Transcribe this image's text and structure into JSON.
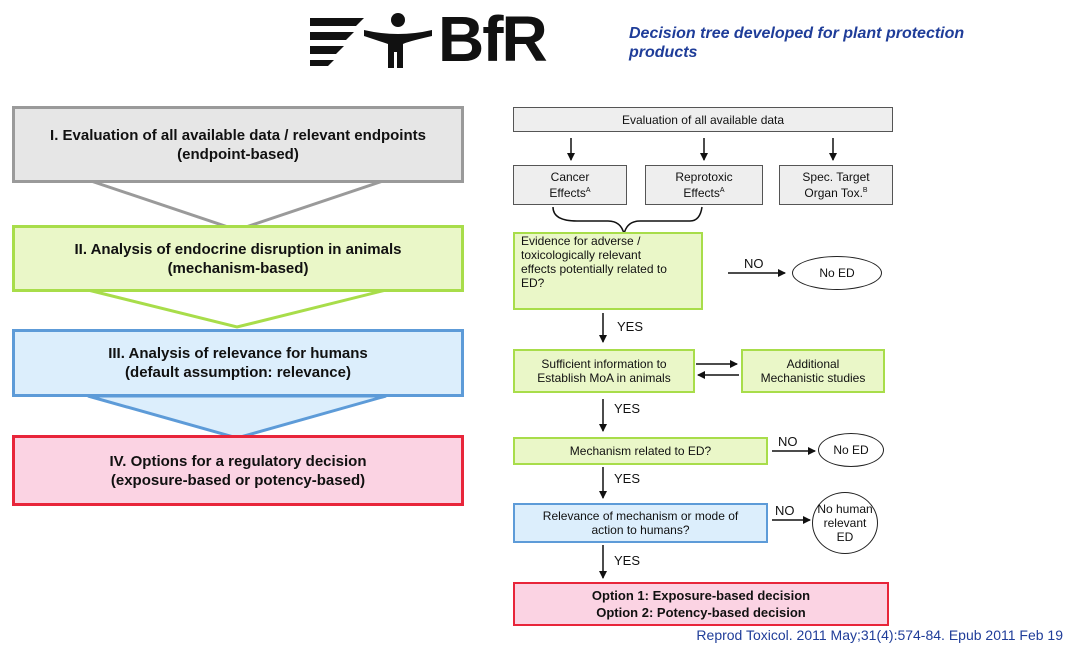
{
  "header": {
    "logo_text": "BfR",
    "title_line1": "Decision tree developed for plant protection",
    "title_line2": "products",
    "title_color": "#1f3d99"
  },
  "stages": [
    {
      "line1": "I. Evaluation of all available data / relevant endpoints",
      "line2": "(endpoint-based)",
      "fill": "#e6e6e6",
      "border": "#9a9a9a"
    },
    {
      "line1": "II. Analysis of endocrine disruption in animals",
      "line2": "(mechanism-based)",
      "fill": "#eaf7c8",
      "border": "#a8dd4a"
    },
    {
      "line1": "III. Analysis of relevance for humans",
      "line2": "(default assumption: relevance)",
      "fill": "#dceefc",
      "border": "#5d9bd8"
    },
    {
      "line1": "IV. Options for a regulatory decision",
      "line2": "(exposure-based or potency-based)",
      "fill": "#fbd3e3",
      "border": "#e8253a"
    }
  ],
  "flow": {
    "top": "Evaluation of all available data",
    "effects": [
      {
        "line1": "Cancer",
        "line2": "Effects",
        "sup": "A"
      },
      {
        "line1": "Reprotoxic",
        "line2": "Effects",
        "sup": "A"
      },
      {
        "line1": "Spec. Target",
        "line2": "Organ Tox.",
        "sup": "B"
      }
    ],
    "evidence": [
      "Evidence for adverse /",
      "toxicologically relevant",
      "effects potentially related to",
      "ED?"
    ],
    "sufficient": [
      "Sufficient information to",
      "Establish MoA in animals"
    ],
    "additional": [
      "Additional",
      "Mechanistic studies"
    ],
    "mechanism": "Mechanism related to ED?",
    "relevance": [
      "Relevance of mechanism or mode of",
      "action to humans?"
    ],
    "option1": "Option 1: Exposure-based decision",
    "option2": "Option 2: Potency-based decision",
    "yes": "YES",
    "no": "NO",
    "no_ed": "No ED",
    "no_human": [
      "No human",
      "relevant",
      "ED"
    ]
  },
  "colors": {
    "grey_fill": "#eeeeee",
    "green_fill": "#eaf7c8",
    "green_border": "#a8dd4a",
    "blue_fill": "#dceefc",
    "blue_border": "#5d9bd8",
    "pink_fill": "#fbd3e3",
    "red_border": "#e8253a"
  },
  "reference": "Reprod Toxicol. 2011 May;31(4):574-84. Epub 2011 Feb 19"
}
